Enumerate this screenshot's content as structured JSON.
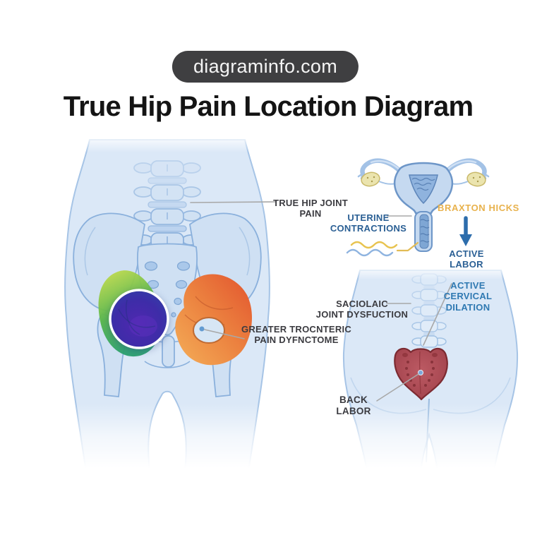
{
  "site_badge": "diagraminfo.com",
  "title": "True Hip Pain Location Diagram",
  "annotations": {
    "true_hip_joint_pain": {
      "lines": [
        "TRUE HIP JOINT",
        "PAIN"
      ]
    },
    "uterine_contractions": {
      "lines": [
        "UTERINE",
        "CONTRACTIONS"
      ]
    },
    "braxton_hicks": {
      "lines": [
        "BRAXTON HICKS"
      ]
    },
    "active_labor": {
      "lines": [
        "ACTIVE",
        "LABOR"
      ]
    },
    "sacroiliac_joint_dysfunction": {
      "lines": [
        "SACIOLAIC",
        "JOINT DYSFUCTION"
      ]
    },
    "active_cervical_dilation": {
      "lines": [
        "ACTIVE",
        "CERVICAL",
        "DILATION"
      ]
    },
    "greater_trochanteric_pain": {
      "lines": [
        "GREATER TROCNTERIC",
        "PAIN DYFNCTOME"
      ]
    },
    "back_labor": {
      "lines": [
        "BACK",
        "LABOR"
      ]
    }
  },
  "palette": {
    "badge_background": "#3f3f41",
    "title_color": "#141414",
    "label_dark": "#3b3b40",
    "label_blue": "#2a5f94",
    "label_light_blue": "#2f79b2",
    "label_gold": "#e8b24d",
    "body_fill": "#dbe8f7",
    "bone_stroke": "#8ab0dc",
    "pain_green": "#55b54a",
    "pain_blue_purple": "#3e2ca8",
    "pain_orange": "#ec8340",
    "sacrum_pain_red": "#a64650",
    "arrow_blue": "#2d6dac",
    "wave_yellow": "#e8c34f",
    "wave_blue": "#8fb4e0"
  }
}
